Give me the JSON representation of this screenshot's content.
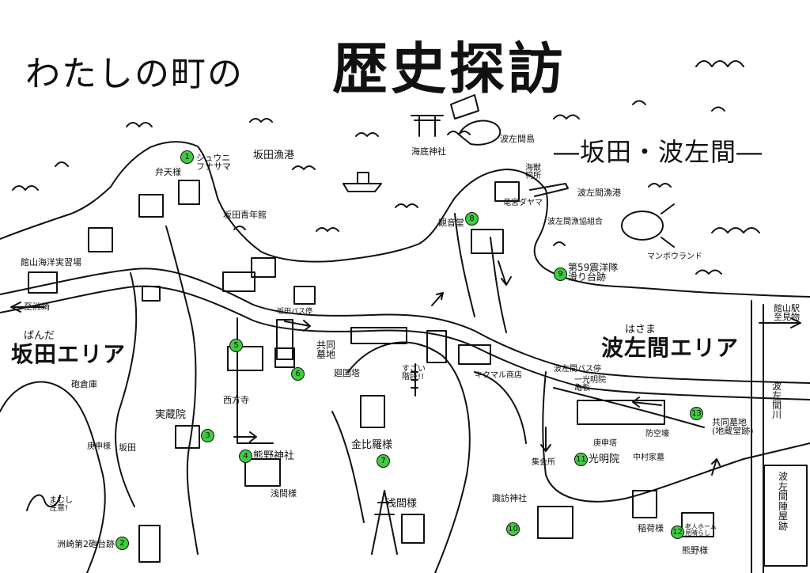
{
  "title": {
    "prefix": "わたしの町の",
    "main": "歴史探訪",
    "subtitle": "―坂田・波左間―"
  },
  "areas": {
    "sakata": {
      "name": "坂田エリア",
      "reading": "ばんだ"
    },
    "hasama": {
      "name": "波左間エリア",
      "reading": "はさま"
    }
  },
  "markers": [
    {
      "n": "1",
      "label": "ジュウニ\nフナサマ"
    },
    {
      "n": "2",
      "label": "洲崎第2砲台跡"
    },
    {
      "n": "3",
      "label": "実蔵院"
    },
    {
      "n": "4",
      "label": "熊野神社"
    },
    {
      "n": "5",
      "label": ""
    },
    {
      "n": "6",
      "label": ""
    },
    {
      "n": "7",
      "label": "金比羅様"
    },
    {
      "n": "8",
      "label": "観音堂"
    },
    {
      "n": "9",
      "label": "第59震洋隊\n滑り台跡"
    },
    {
      "n": "10",
      "label": "諏訪神社"
    },
    {
      "n": "11",
      "label": "光明院"
    },
    {
      "n": "12",
      "label": "稲荷様"
    },
    {
      "n": "13",
      "label": ""
    }
  ],
  "labels": {
    "sakata_port": "坂田漁港",
    "benten": "弁天様",
    "seinenkan": "坂田青年館",
    "fishery_center": "館山海洋実習場",
    "to_suzaki": "至洲崎",
    "hosokura": "砲倉庫",
    "watch_out": "まむし\n注意!",
    "saihoji": "西方寺",
    "kyodo_bochi": "共同\n墓地",
    "mouren": "廻国塔",
    "sakata_bus": "坂田バス停",
    "kaidou": "海底神社",
    "hasama_island": "波左間島",
    "kaisoku": "海獣\n祠所",
    "ryugu": "竜宮ダヤマ",
    "hasama_port": "波左間漁港",
    "gyokyo": "波左間漁協組合",
    "manbou": "マンボウランド",
    "to_tateyama": "館山駅\n至見物",
    "hasama_bus": "波左間バス停",
    "kimaru": "キクマル商店",
    "kaikyu": "一光明院\n亀板",
    "kyodo_bochi2": "共同墓地\n(地蔵堂跡)",
    "hasama_river": "波\n左\n間\n川",
    "jinya": "波\n左\n間\n陣\n屋\n跡",
    "sengen": "浅間様",
    "sengen2": "浅間様",
    "sugoi": "すごい\n階段!!",
    "kumano2": "熊野様",
    "shuukai": "集会所",
    "nakamura": "中村家墓",
    "boukuu": "防空壕",
    "rouzin": "老人ホーム\n見晴らし",
    "sakata_danchi": "坂田",
    "koushinto": "庚申塔",
    "jizo": "庚申様"
  }
}
